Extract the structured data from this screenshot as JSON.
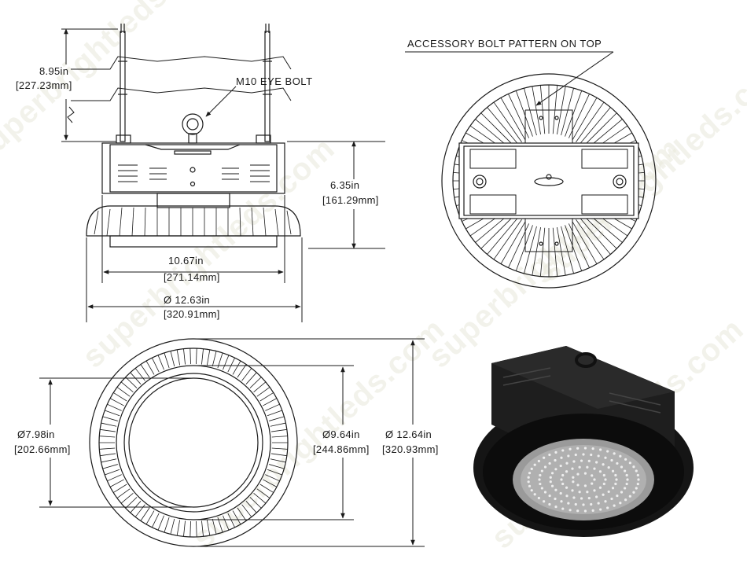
{
  "watermark": "superbrightleds.com",
  "side_view": {
    "cable_length_in": "8.95in",
    "cable_length_mm": "[227.23mm]",
    "eye_bolt_label": "M10 EYE BOLT",
    "height_in": "6.35in",
    "height_mm": "[161.29mm]",
    "housing_width_in": "10.67in",
    "housing_width_mm": "[271.14mm]",
    "overall_diameter_in": "Ø 12.63in",
    "overall_diameter_mm": "[320.91mm]"
  },
  "top_view": {
    "label": "ACCESSORY BOLT PATTERN ON TOP"
  },
  "bottom_view": {
    "inner_diameter_in": "Ø7.98in",
    "inner_diameter_mm": "[202.66mm]",
    "mid_diameter_in": "Ø9.64in",
    "mid_diameter_mm": "[244.86mm]",
    "outer_diameter_in": "Ø 12.64in",
    "outer_diameter_mm": "[320.93mm]"
  },
  "colors": {
    "line": "#1a1a1a",
    "product_body": "#151515",
    "lens": "#9a9a9a",
    "watermark": "#e9e9dc"
  }
}
